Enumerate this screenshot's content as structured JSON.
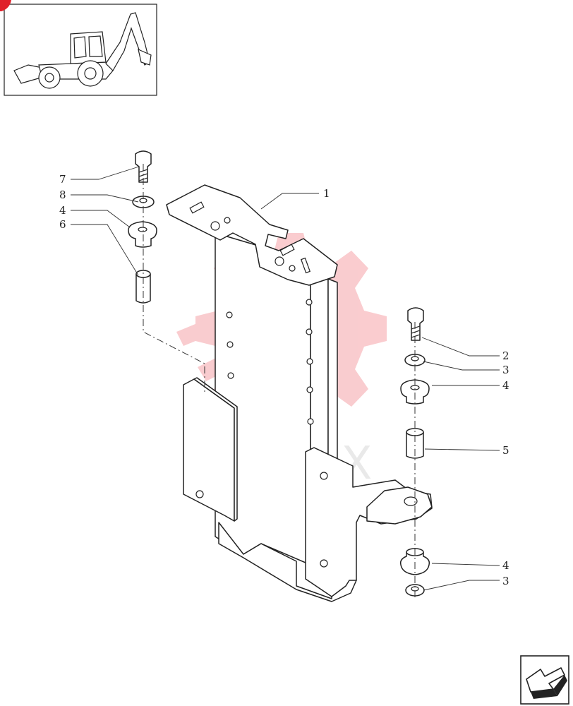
{
  "watermark": {
    "text": "ИНТЕХ",
    "color": "#f5a3a8"
  },
  "callouts": [
    {
      "id": "7",
      "label": "7"
    },
    {
      "id": "8",
      "label": "8"
    },
    {
      "id": "4a",
      "label": "4"
    },
    {
      "id": "6",
      "label": "6"
    },
    {
      "id": "1",
      "label": "1"
    },
    {
      "id": "2",
      "label": "2"
    },
    {
      "id": "3a",
      "label": "3"
    },
    {
      "id": "4b",
      "label": "4"
    },
    {
      "id": "5",
      "label": "5"
    },
    {
      "id": "4c",
      "label": "4"
    },
    {
      "id": "3b",
      "label": "3"
    }
  ],
  "icons": {
    "thumbnail": "backhoe-loader-icon",
    "corner_marker": "red-corner-marker-icon",
    "nav": "next-page-arrow-icon"
  }
}
